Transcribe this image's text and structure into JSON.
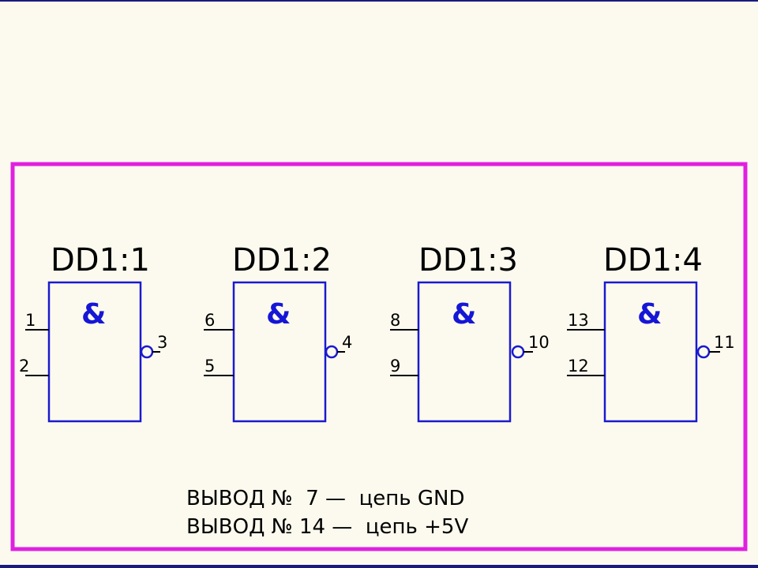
{
  "colors": {
    "background": "#fcfaee",
    "frame": "#e020e0",
    "gate_outline": "#1a1ad0",
    "ampersand": "#1616d6",
    "text": "#000000"
  },
  "gates": [
    {
      "title": "DD1:1",
      "symbol": "&",
      "input_top": "1",
      "input_bottom": "2",
      "output": "3"
    },
    {
      "title": "DD1:2",
      "symbol": "&",
      "input_top": "6",
      "input_bottom": "5",
      "output": "4"
    },
    {
      "title": "DD1:3",
      "symbol": "&",
      "input_top": "8",
      "input_bottom": "9",
      "output": "10"
    },
    {
      "title": "DD1:4",
      "symbol": "&",
      "input_top": "13",
      "input_bottom": "12",
      "output": "11"
    }
  ],
  "notes": {
    "line1": "ВЫВОД №  7 —  цепь GND",
    "line2": "ВЫВОД № 14 —  цепь +5V"
  }
}
